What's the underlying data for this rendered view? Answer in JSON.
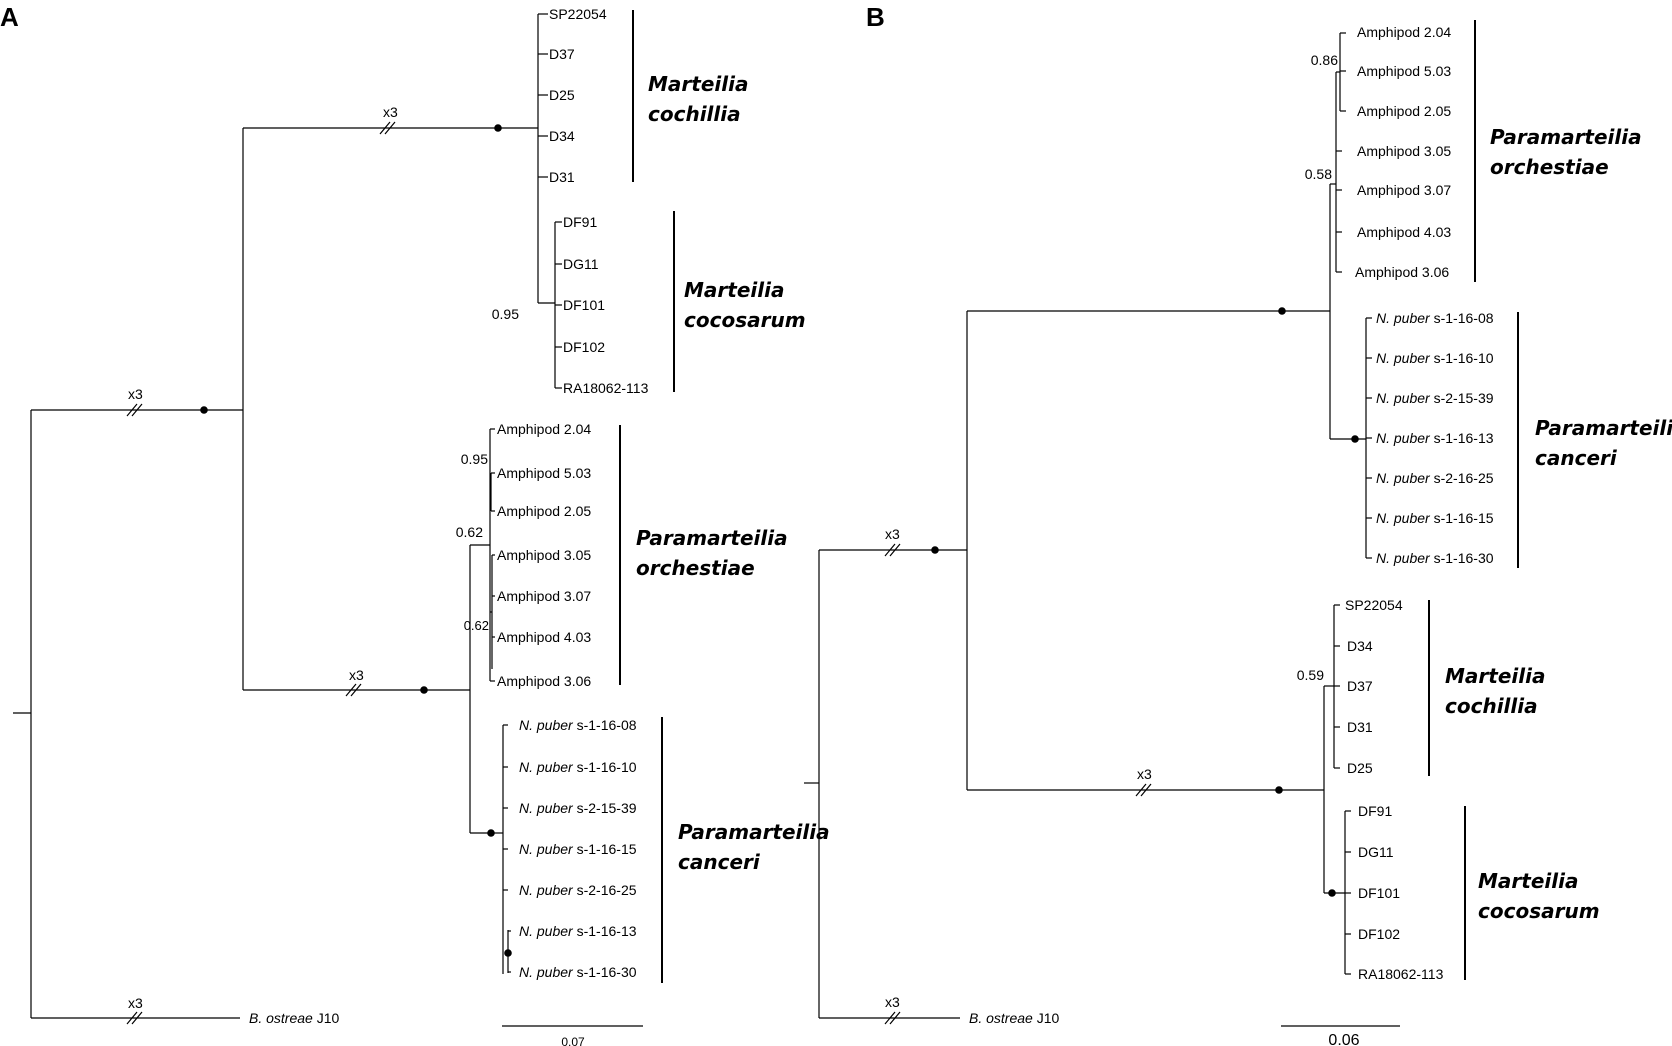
{
  "panels": [
    {
      "label": "A",
      "scale_label": "0.07",
      "leaves": [
        {
          "id": "SP22054",
          "name": "SP22054"
        },
        {
          "id": "D37",
          "name": "D37"
        },
        {
          "id": "D25",
          "name": "D25"
        },
        {
          "id": "D34",
          "name": "D34"
        },
        {
          "id": "D31",
          "name": "D31"
        },
        {
          "id": "DF91",
          "name": "DF91"
        },
        {
          "id": "DG11",
          "name": "DG11"
        },
        {
          "id": "DF101",
          "name": "DF101"
        },
        {
          "id": "DF102",
          "name": "DF102"
        },
        {
          "id": "RA18062-113",
          "name": "RA18062-113"
        },
        {
          "id": "Amphipod 2.04",
          "name": "Amphipod 2.04"
        },
        {
          "id": "Amphipod 5.03",
          "name": "Amphipod 5.03"
        },
        {
          "id": "Amphipod 2.05",
          "name": "Amphipod 2.05"
        },
        {
          "id": "Amphipod 3.05",
          "name": "Amphipod 3.05"
        },
        {
          "id": "Amphipod 3.07",
          "name": "Amphipod 3.07"
        },
        {
          "id": "Amphipod 4.03",
          "name": "Amphipod 4.03"
        },
        {
          "id": "Amphipod 3.06",
          "name": "Amphipod 3.06"
        },
        {
          "id": "s-1-16-08",
          "name": "s-1-16-08",
          "italic_prefix": "N. puber"
        },
        {
          "id": "s-1-16-10",
          "name": "s-1-16-10",
          "italic_prefix": "N. puber"
        },
        {
          "id": "s-2-15-39",
          "name": "s-2-15-39",
          "italic_prefix": "N. puber"
        },
        {
          "id": "s-1-16-15",
          "name": "s-1-16-15",
          "italic_prefix": "N. puber"
        },
        {
          "id": "s-2-16-25",
          "name": "s-2-16-25",
          "italic_prefix": "N. puber"
        },
        {
          "id": "s-1-16-13",
          "name": "s-1-16-13",
          "italic_prefix": "N. puber"
        },
        {
          "id": "s-1-16-30",
          "name": "s-1-16-30",
          "italic_prefix": "N. puber"
        },
        {
          "id": "J10",
          "name": "J10",
          "italic_prefix": "B. ostreae"
        }
      ],
      "support_values": [
        "0.95",
        "0.95",
        "0.62",
        "0.62"
      ],
      "collapsed_branch_labels": [
        "x3",
        "x3",
        "x3",
        "x3"
      ],
      "clades": [
        {
          "line1": "Marteilia",
          "line2": "cochillia"
        },
        {
          "line1": "Marteilia",
          "line2": "cocosarum"
        },
        {
          "line1": "Paramarteilia",
          "line2": "orchestiae"
        },
        {
          "line1": "Paramarteilia",
          "line2": "canceri"
        }
      ]
    },
    {
      "label": "B",
      "scale_label": "0.06",
      "leaves": [
        {
          "id": "Amphipod 2.04",
          "name": "Amphipod 2.04"
        },
        {
          "id": "Amphipod 5.03",
          "name": "Amphipod 5.03"
        },
        {
          "id": "Amphipod 2.05",
          "name": "Amphipod 2.05"
        },
        {
          "id": "Amphipod 3.05",
          "name": "Amphipod 3.05"
        },
        {
          "id": "Amphipod 3.07",
          "name": "Amphipod 3.07"
        },
        {
          "id": "Amphipod 4.03",
          "name": "Amphipod 4.03"
        },
        {
          "id": "Amphipod 3.06",
          "name": "Amphipod 3.06"
        },
        {
          "id": "s-1-16-08",
          "name": "s-1-16-08",
          "italic_prefix": "N. puber"
        },
        {
          "id": "s-1-16-10",
          "name": "s-1-16-10",
          "italic_prefix": "N. puber"
        },
        {
          "id": "s-2-15-39",
          "name": "s-2-15-39",
          "italic_prefix": "N. puber"
        },
        {
          "id": "s-1-16-13",
          "name": "s-1-16-13",
          "italic_prefix": "N. puber"
        },
        {
          "id": "s-2-16-25",
          "name": "s-2-16-25",
          "italic_prefix": "N. puber"
        },
        {
          "id": "s-1-16-15",
          "name": "s-1-16-15",
          "italic_prefix": "N. puber"
        },
        {
          "id": "s-1-16-30",
          "name": "s-1-16-30",
          "italic_prefix": "N. puber"
        },
        {
          "id": "SP22054",
          "name": "SP22054"
        },
        {
          "id": "D34",
          "name": "D34"
        },
        {
          "id": "D37",
          "name": "D37"
        },
        {
          "id": "D31",
          "name": "D31"
        },
        {
          "id": "D25",
          "name": "D25"
        },
        {
          "id": "DF91",
          "name": "DF91"
        },
        {
          "id": "DG11",
          "name": "DG11"
        },
        {
          "id": "DF101",
          "name": "DF101"
        },
        {
          "id": "DF102",
          "name": "DF102"
        },
        {
          "id": "RA18062-113",
          "name": "RA18062-113"
        },
        {
          "id": "J10",
          "name": "J10",
          "italic_prefix": "B. ostreae"
        }
      ],
      "support_values": [
        "0.86",
        "0.58",
        "0.59"
      ],
      "collapsed_branch_labels": [
        "x3",
        "x3",
        "x3"
      ],
      "clades": [
        {
          "line1": "Paramarteilia",
          "line2": "orchestiae"
        },
        {
          "line1": "Paramarteilia",
          "line2": "canceri"
        },
        {
          "line1": "Marteilia",
          "line2": "cochillia"
        },
        {
          "line1": "Marteilia",
          "line2": "cocosarum"
        }
      ]
    }
  ]
}
